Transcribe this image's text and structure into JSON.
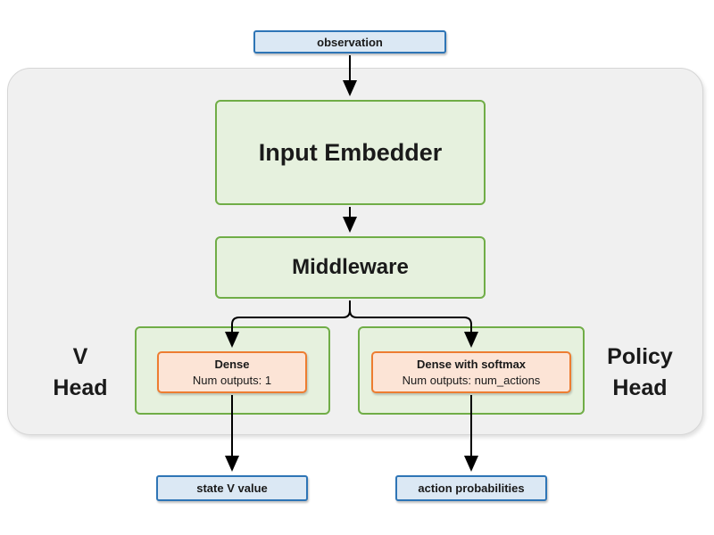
{
  "diagram": {
    "observation": "observation",
    "input_embedder": "Input Embedder",
    "middleware": "Middleware",
    "v_head_label": {
      "line1": "V",
      "line2": "Head"
    },
    "policy_head_label": {
      "line1": "Policy",
      "line2": "Head"
    },
    "dense": {
      "title": "Dense",
      "subtitle": "Num outputs: 1"
    },
    "dense_softmax": {
      "title": "Dense with softmax",
      "subtitle": "Num outputs: num_actions"
    },
    "state_v_value": "state V value",
    "action_probabilities": "action probabilities"
  },
  "colors": {
    "blue_fill": "#dbe8f4",
    "blue_border": "#2e75b6",
    "green_fill": "#e6f1de",
    "green_border": "#70ad47",
    "orange_fill": "#fce4d6",
    "orange_border": "#ed7d31",
    "gray_fill": "#f0f0f0",
    "arrow": "#000000"
  }
}
